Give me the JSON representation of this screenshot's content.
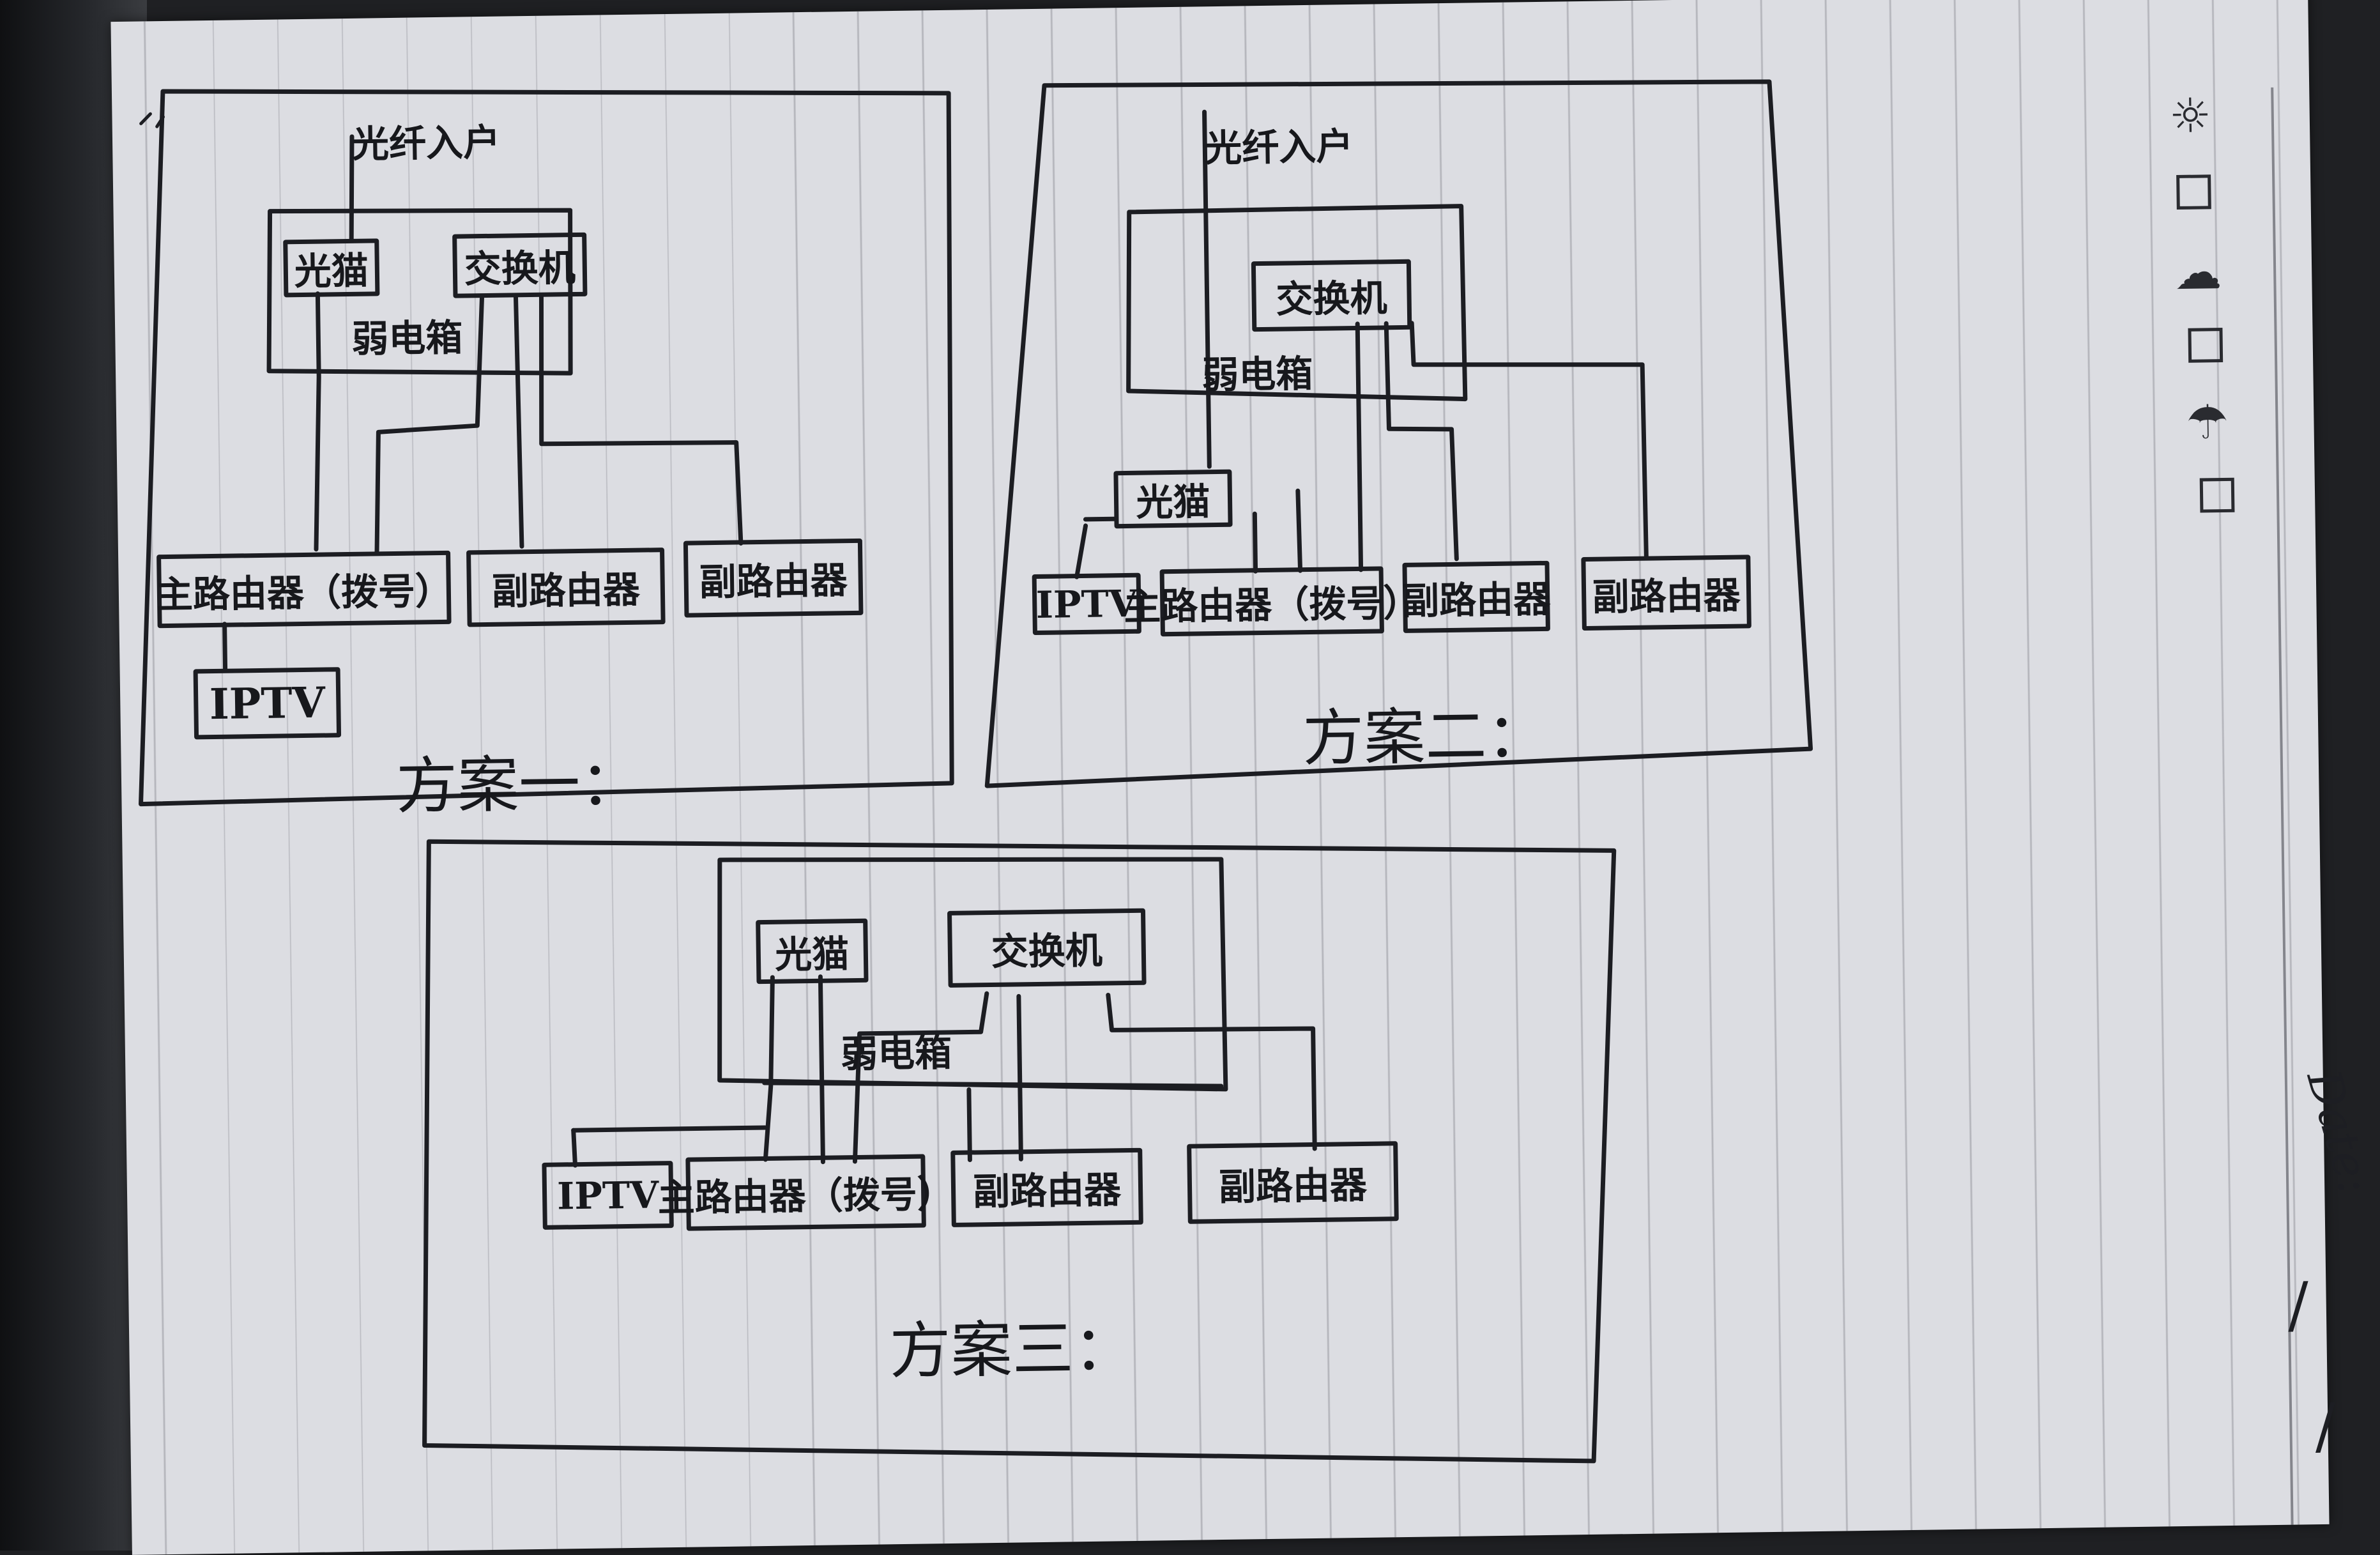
{
  "scheme_1": {
    "title": "方案一：",
    "fiber_label": "光纤入户",
    "modem": "光猫",
    "switch": "交换机",
    "box_label": "弱电箱",
    "main_router": "主路由器（拨号）",
    "sub_router_1": "副路由器",
    "sub_router_2": "副路由器",
    "iptv": "IPTV"
  },
  "scheme_2": {
    "title": "方案二：",
    "fiber_label": "光纤入户",
    "switch": "交换机",
    "box_label": "弱电箱",
    "modem": "光猫",
    "iptv": "IPTV",
    "main_router": "主路由器（拨号）",
    "sub_router_1": "副路由器",
    "sub_router_2": "副路由器"
  },
  "scheme_3": {
    "title": "方案三：",
    "modem": "光猫",
    "switch": "交换机",
    "box_label": "弱电箱",
    "iptv": "IPTV",
    "main_router": "主路由器（拨号）",
    "sub_router_1": "副路由器",
    "sub_router_2": "副路由器"
  },
  "notebook": {
    "date_label": "Date:",
    "date_sep_1": "/",
    "date_sep_2": "/",
    "icons": [
      "sun-icon",
      "cloud-sun-icon",
      "rain-cloud-icon"
    ]
  },
  "colors": {
    "ink": "#1c1d22",
    "paper": "#dcdde2",
    "ruling": "#50505a"
  }
}
